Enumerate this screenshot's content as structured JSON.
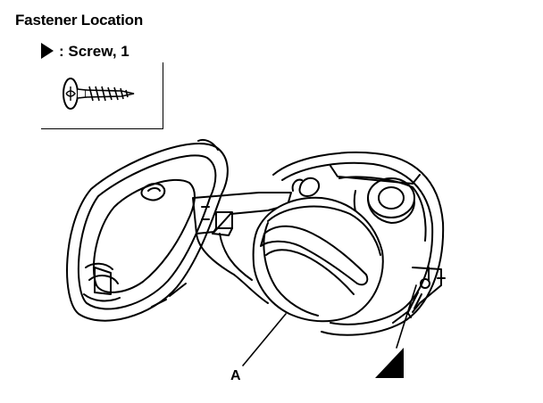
{
  "legend": {
    "title": "Fastener Location",
    "screw_label": ": Screw, 1"
  },
  "callouts": {
    "part_a": "A"
  },
  "icons": {
    "fastener_marker": "triangle-marker-icon",
    "screw_illustration": "screw-icon"
  }
}
